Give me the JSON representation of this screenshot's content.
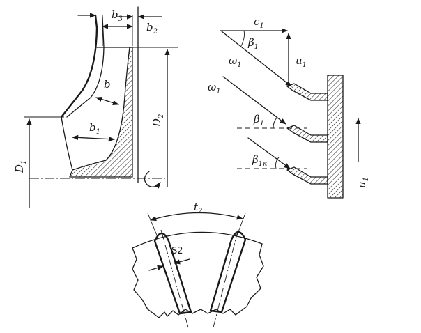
{
  "labels": {
    "b3": {
      "main": "b",
      "sub": "3"
    },
    "b2": {
      "main": "b",
      "sub": "2"
    },
    "b": {
      "main": "b"
    },
    "b1": {
      "main": "b",
      "sub": "1"
    },
    "D2": {
      "main": "D",
      "sub": "2"
    },
    "D1": {
      "main": "D",
      "sub": "1"
    },
    "c1": {
      "main": "c",
      "sub": "1"
    },
    "beta1_top": {
      "main": "β",
      "sub": "1"
    },
    "u1_top": {
      "main": "u",
      "sub": "1"
    },
    "w1_top": {
      "main": "ω",
      "sub": "1"
    },
    "w1_mid": {
      "main": "ω",
      "sub": "1"
    },
    "beta1_mid": {
      "main": "β",
      "sub": "1"
    },
    "beta1k": {
      "main": "β",
      "sub": "1к"
    },
    "u1_right": {
      "main": "u",
      "sub": "1"
    },
    "t2": {
      "main": "t",
      "sub": "2"
    },
    "s2": {
      "main": "S2"
    }
  },
  "colors": {
    "ink": "#1a1a1a",
    "paper": "#ffffff"
  }
}
